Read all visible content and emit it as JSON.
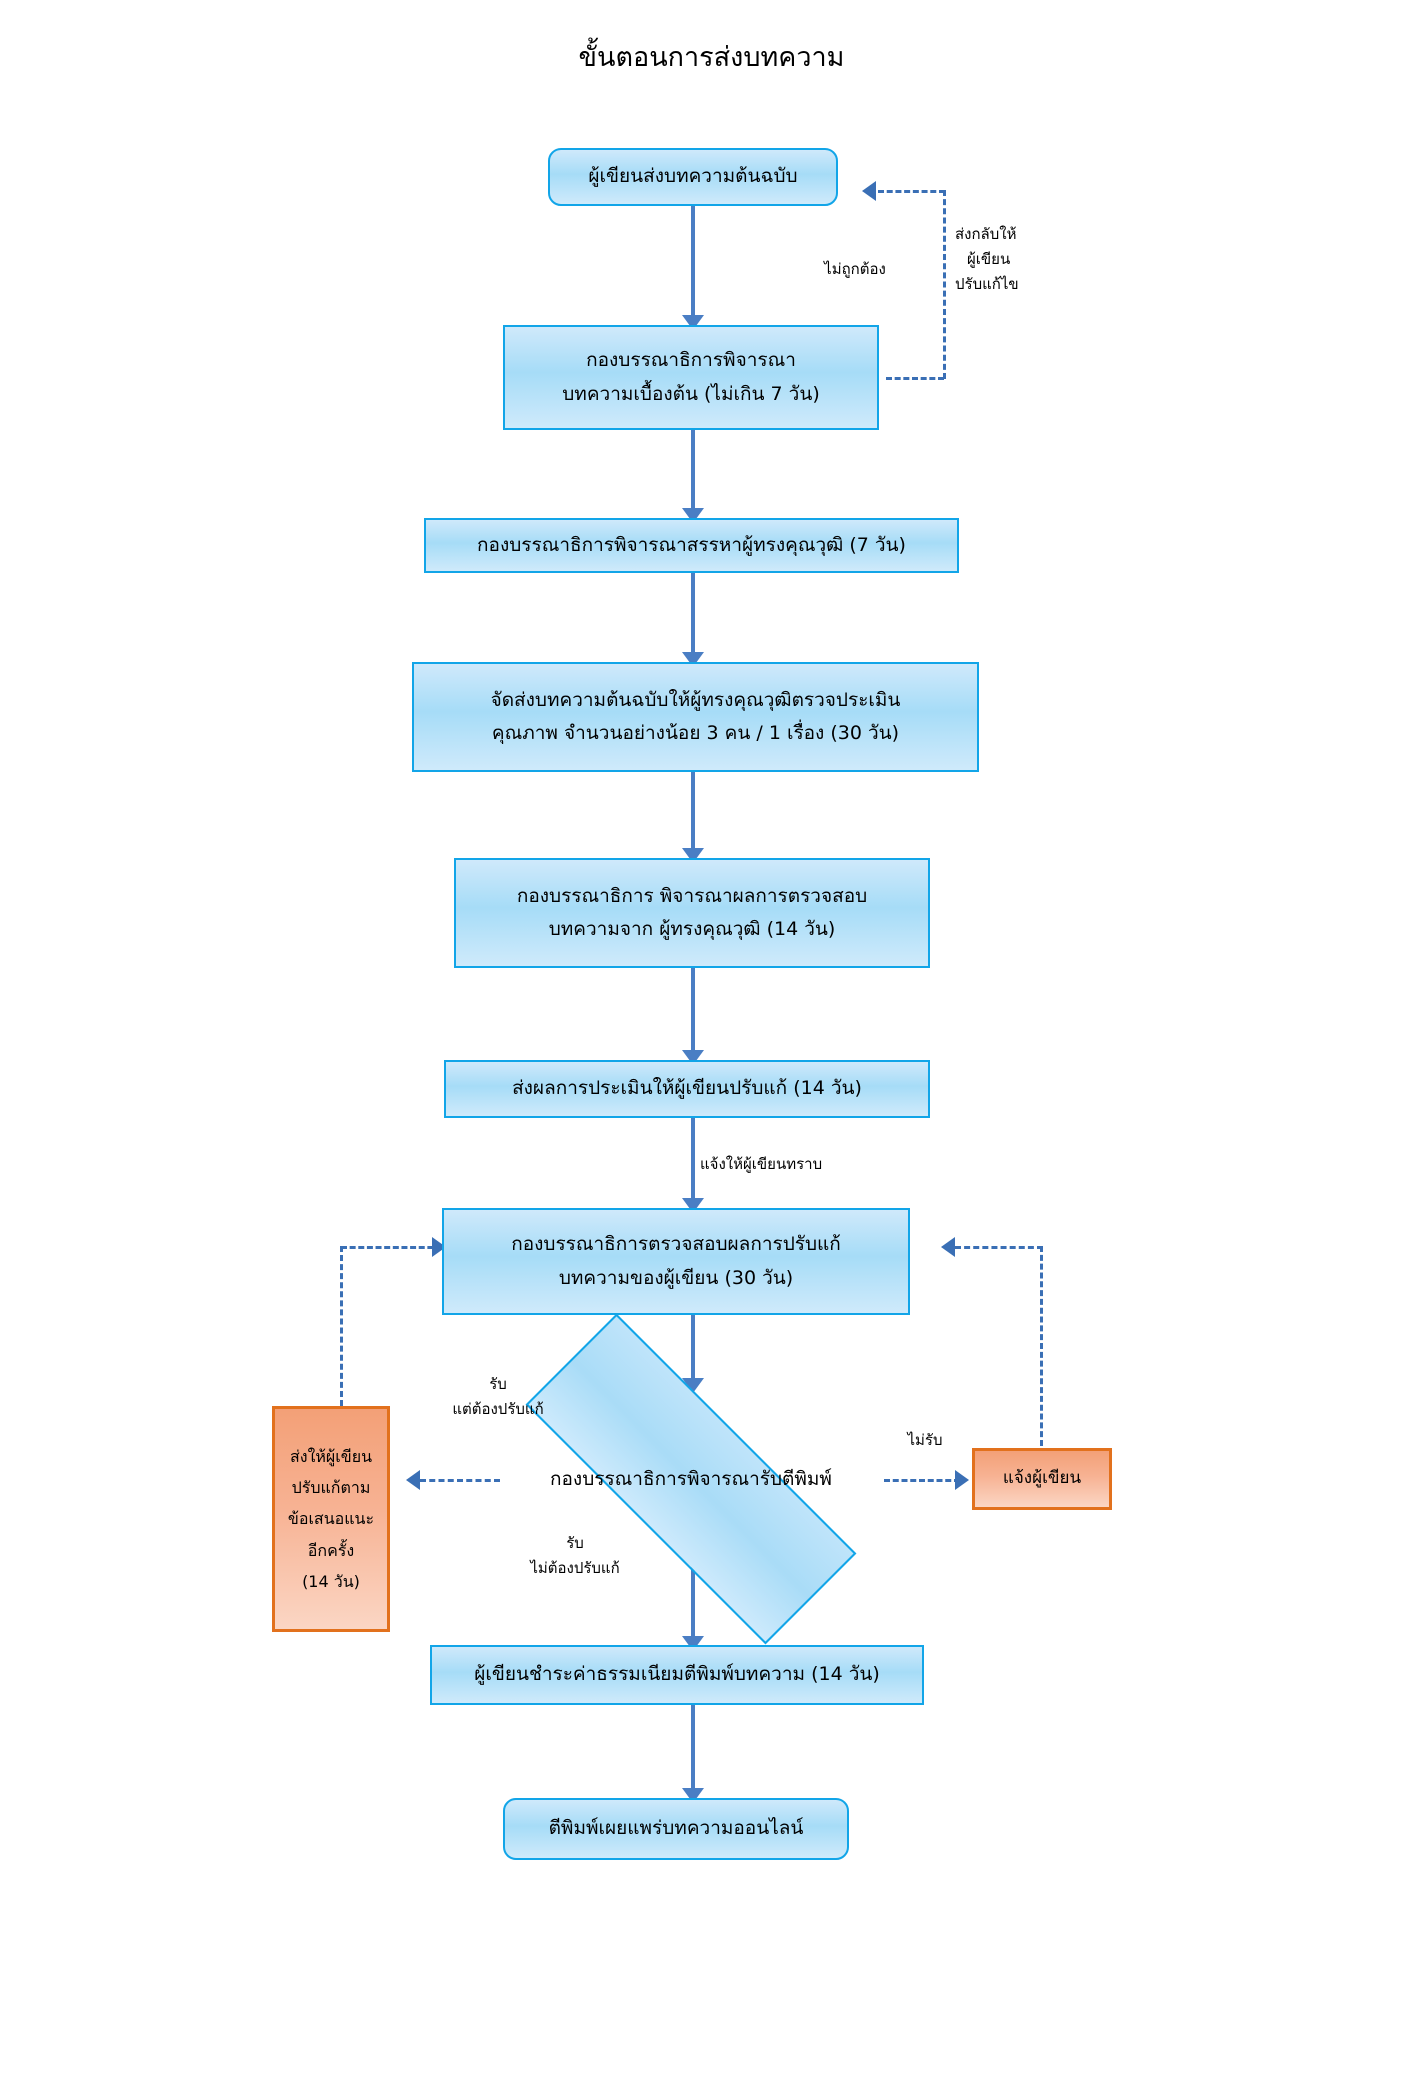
{
  "document": {
    "title": "ขั้นตอนการส่งบทความ",
    "type": "flowchart"
  },
  "nodes": {
    "n1": {
      "lines": [
        "ผู้เขียนส่งบทความต้นฉบับ"
      ],
      "shape": "rounded-rectangle",
      "color": "#a6dcf7"
    },
    "n2": {
      "lines": [
        "กองบรรณาธิการพิจารณา",
        "บทความเบื้องต้น (ไม่เกิน 7 วัน)"
      ],
      "shape": "rectangle",
      "color": "#a6dcf7"
    },
    "n3": {
      "lines": [
        "กองบรรณาธิการพิจารณาสรรหาผู้ทรงคุณวุฒิ (7 วัน)"
      ],
      "shape": "rectangle",
      "color": "#a6dcf7"
    },
    "n4": {
      "lines": [
        "จัดส่งบทความต้นฉบับให้ผู้ทรงคุณวุฒิตรวจประเมิน",
        "คุณภาพ จำนวนอย่างน้อย 3 คน / 1 เรื่อง (30 วัน)"
      ],
      "shape": "rectangle",
      "color": "#a6dcf7"
    },
    "n5": {
      "lines": [
        "กองบรรณาธิการ พิจารณาผลการตรวจสอบ",
        "บทความจาก ผู้ทรงคุณวุฒิ (14 วัน)"
      ],
      "shape": "rectangle",
      "color": "#a6dcf7"
    },
    "n6": {
      "lines": [
        "ส่งผลการประเมินให้ผู้เขียนปรับแก้ (14 วัน)"
      ],
      "shape": "rectangle",
      "color": "#a6dcf7"
    },
    "n7": {
      "lines": [
        "กองบรรณาธิการตรวจสอบผลการปรับแก้",
        "บทความของผู้เขียน (30 วัน)"
      ],
      "shape": "rectangle",
      "color": "#a6dcf7"
    },
    "n8": {
      "lines": [
        "กองบรรณาธิการพิจารณารับตีพิมพ์"
      ],
      "shape": "diamond",
      "color": "#a9dcf7"
    },
    "n9": {
      "lines": [
        "ส่งให้ผู้เขียน",
        "ปรับแก้ตาม",
        "ข้อเสนอแนะ",
        "อีกครั้ง",
        "(14 วัน)"
      ],
      "shape": "rectangle",
      "color": "#f7b293"
    },
    "n10": {
      "lines": [
        "แจ้งผู้เขียน"
      ],
      "shape": "rectangle",
      "color": "#f7b293"
    },
    "n11": {
      "lines": [
        "ผู้เขียนชำระค่าธรรมเนียมตีพิมพ์บทความ (14 วัน)"
      ],
      "shape": "rectangle",
      "color": "#a6dcf7"
    },
    "n12": {
      "lines": [
        "ตีพิมพ์เผยแพร่บทความออนไลน์"
      ],
      "shape": "rounded-rectangle",
      "color": "#a6dcf7"
    }
  },
  "edge_labels": {
    "reject_initial": {
      "lines": [
        "ไม่ถูกต้อง"
      ]
    },
    "send_back_author": {
      "lines": [
        "ส่งกลับให้",
        "ผู้เขียน",
        "ปรับแก้ไข"
      ]
    },
    "notify_author": {
      "lines": [
        "แจ้งให้ผู้เขียนทราบ"
      ]
    },
    "accept_with_revision": {
      "lines": [
        "รับ",
        "แต่ต้องปรับแก้"
      ]
    },
    "accept_no_revision": {
      "lines": [
        "รับ",
        "ไม่ต้องปรับแก้"
      ]
    },
    "not_accepted": {
      "lines": [
        "ไม่รับ"
      ]
    }
  },
  "colors": {
    "process_fill": "#a6dcf7",
    "process_border": "#12a5e8",
    "alert_fill": "#f7b293",
    "alert_border": "#e2711d",
    "connector": "#4a7ec4",
    "dashed_connector": "#3a6fb5",
    "text": "#000000",
    "background": "#ffffff"
  }
}
